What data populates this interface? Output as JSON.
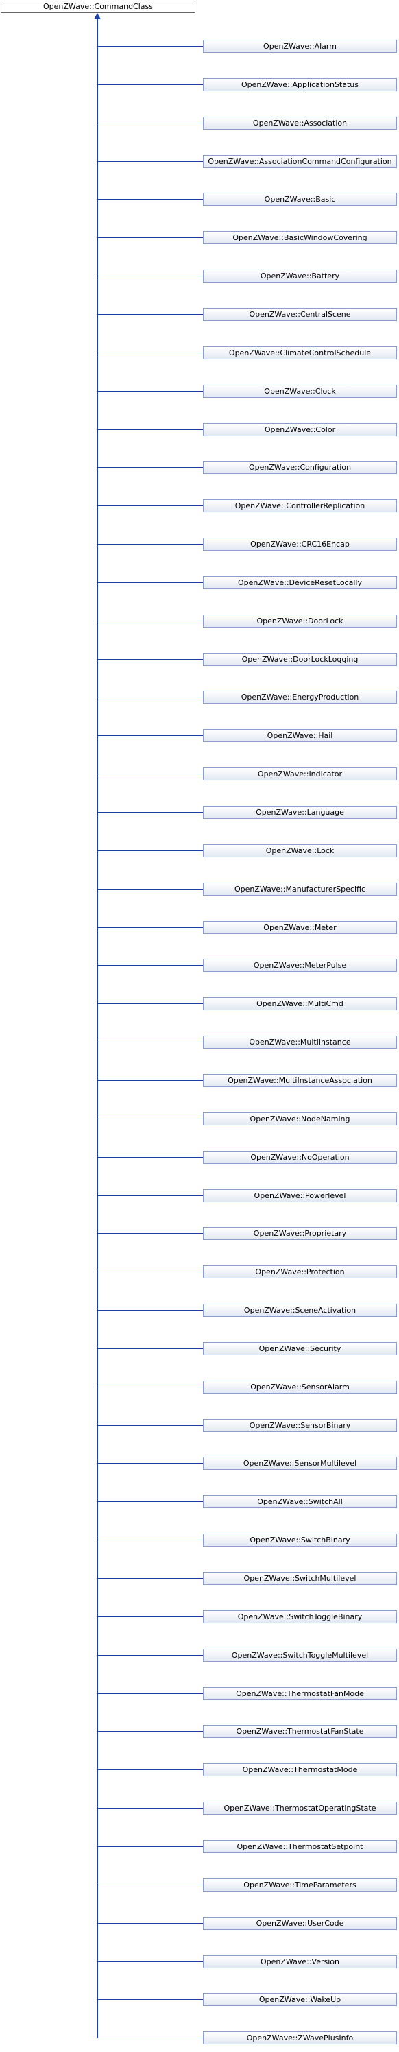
{
  "base_class": "OpenZWave::CommandClass",
  "derived_classes": [
    "OpenZWave::Alarm",
    "OpenZWave::ApplicationStatus",
    "OpenZWave::Association",
    "OpenZWave::AssociationCommandConfiguration",
    "OpenZWave::Basic",
    "OpenZWave::BasicWindowCovering",
    "OpenZWave::Battery",
    "OpenZWave::CentralScene",
    "OpenZWave::ClimateControlSchedule",
    "OpenZWave::Clock",
    "OpenZWave::Color",
    "OpenZWave::Configuration",
    "OpenZWave::ControllerReplication",
    "OpenZWave::CRC16Encap",
    "OpenZWave::DeviceResetLocally",
    "OpenZWave::DoorLock",
    "OpenZWave::DoorLockLogging",
    "OpenZWave::EnergyProduction",
    "OpenZWave::Hail",
    "OpenZWave::Indicator",
    "OpenZWave::Language",
    "OpenZWave::Lock",
    "OpenZWave::ManufacturerSpecific",
    "OpenZWave::Meter",
    "OpenZWave::MeterPulse",
    "OpenZWave::MultiCmd",
    "OpenZWave::MultiInstance",
    "OpenZWave::MultiInstanceAssociation",
    "OpenZWave::NodeNaming",
    "OpenZWave::NoOperation",
    "OpenZWave::Powerlevel",
    "OpenZWave::Proprietary",
    "OpenZWave::Protection",
    "OpenZWave::SceneActivation",
    "OpenZWave::Security",
    "OpenZWave::SensorAlarm",
    "OpenZWave::SensorBinary",
    "OpenZWave::SensorMultilevel",
    "OpenZWave::SwitchAll",
    "OpenZWave::SwitchBinary",
    "OpenZWave::SwitchMultilevel",
    "OpenZWave::SwitchToggleBinary",
    "OpenZWave::SwitchToggleMultilevel",
    "OpenZWave::ThermostatFanMode",
    "OpenZWave::ThermostatFanState",
    "OpenZWave::ThermostatMode",
    "OpenZWave::ThermostatOperatingState",
    "OpenZWave::ThermostatSetpoint",
    "OpenZWave::TimeParameters",
    "OpenZWave::UserCode",
    "OpenZWave::Version",
    "OpenZWave::WakeUp",
    "OpenZWave::ZWavePlusInfo"
  ],
  "colors": {
    "edge": "#1c3fa4",
    "node_border": "#8c9ecf",
    "node_fill": "#e2e8f2",
    "root_border": "#666666"
  }
}
